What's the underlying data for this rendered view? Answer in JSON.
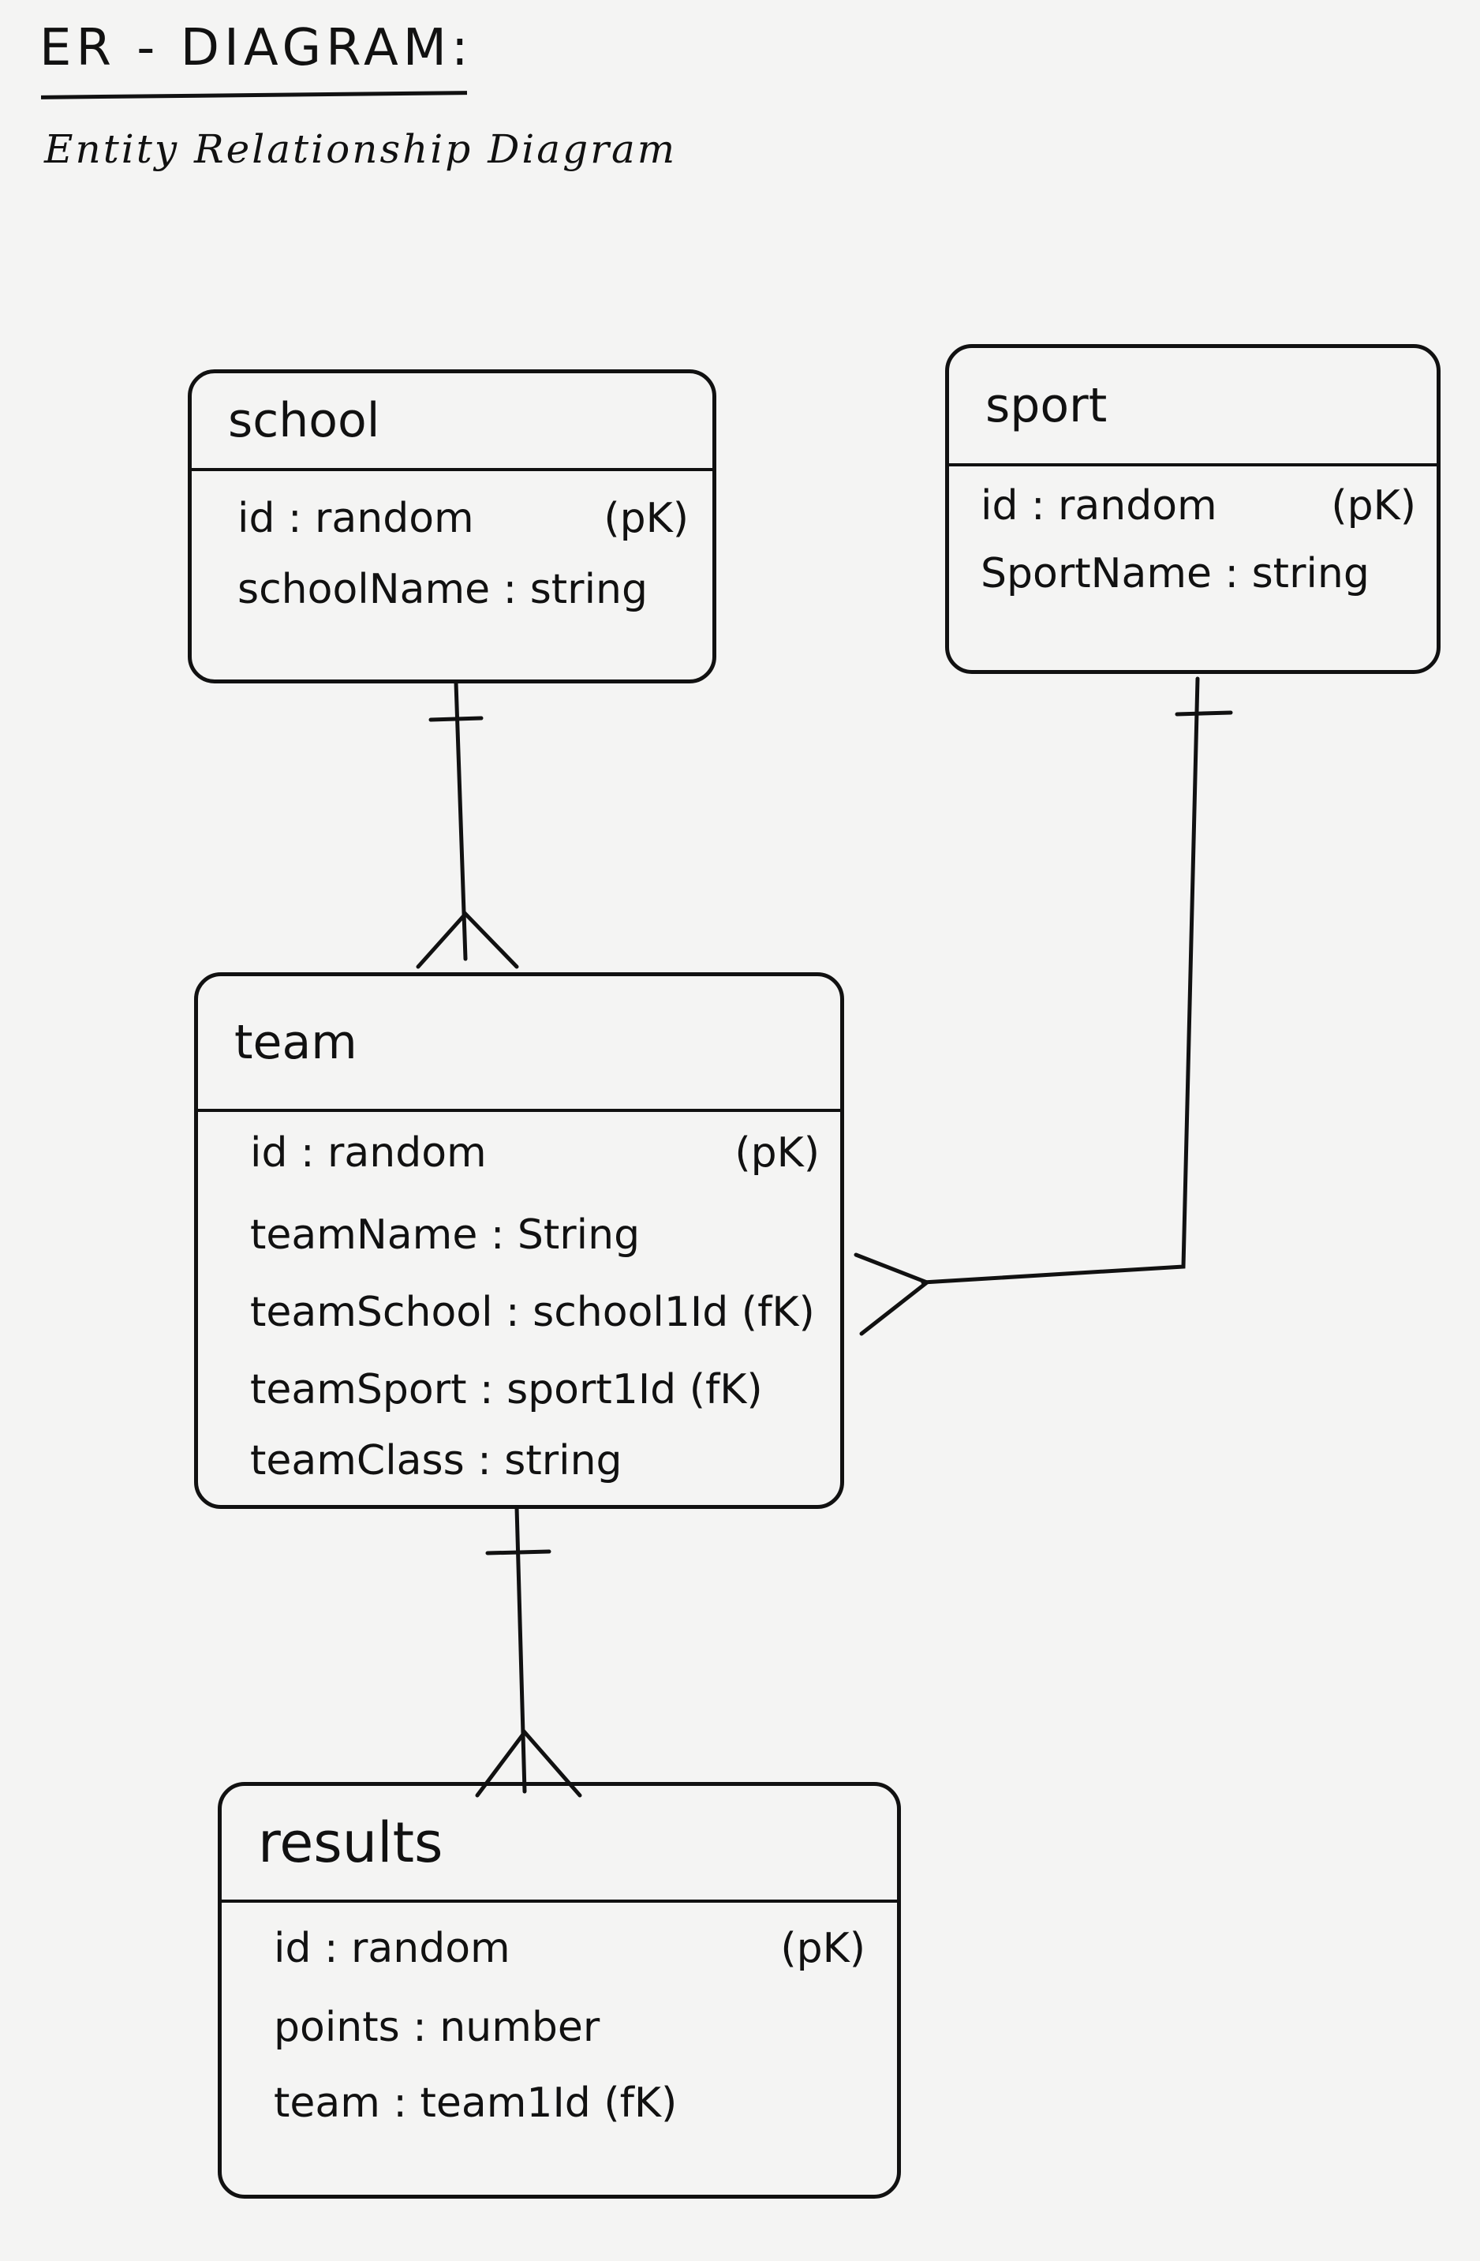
{
  "title": "ER - DIAGRAM:",
  "subtitle": "Entity Relationship Diagram",
  "entities": {
    "school": {
      "name": "school",
      "attributes": [
        {
          "text": "id : random",
          "key": "(pK)"
        },
        {
          "text": "schoolName : string",
          "key": ""
        }
      ]
    },
    "sport": {
      "name": "sport",
      "attributes": [
        {
          "text": "id : random",
          "key": "(pK)"
        },
        {
          "text": "SportName : string",
          "key": ""
        }
      ]
    },
    "team": {
      "name": "team",
      "attributes": [
        {
          "text": "id : random",
          "key": "(pK)"
        },
        {
          "text": "teamName : String",
          "key": ""
        },
        {
          "text": "teamSchool : school1Id (fK)",
          "key": ""
        },
        {
          "text": "teamSport : sport1Id (fK)",
          "key": ""
        },
        {
          "text": "teamClass : string",
          "key": ""
        }
      ]
    },
    "results": {
      "name": "results",
      "attributes": [
        {
          "text": "id : random",
          "key": "(pK)"
        },
        {
          "text": "points : number",
          "key": ""
        },
        {
          "text": "team : team1Id (fK)",
          "key": ""
        }
      ]
    }
  },
  "relationships": [
    {
      "from": "school",
      "to": "team",
      "from_cardinality": "one",
      "to_cardinality": "many"
    },
    {
      "from": "sport",
      "to": "team",
      "from_cardinality": "one",
      "to_cardinality": "many"
    },
    {
      "from": "team",
      "to": "results",
      "from_cardinality": "one",
      "to_cardinality": "many"
    }
  ]
}
